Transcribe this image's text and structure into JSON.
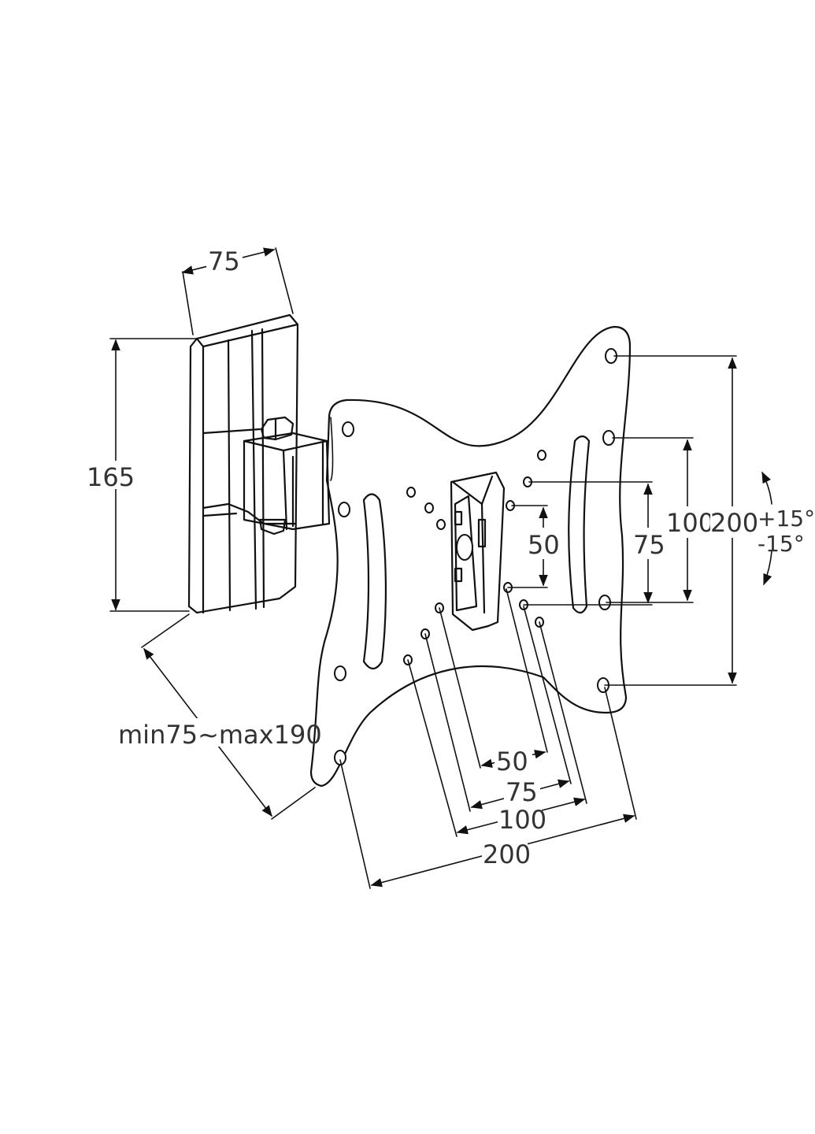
{
  "dimensions": {
    "wall_width": "75",
    "wall_height": "165",
    "extension": "min75~max190",
    "vesa_h_50": "50",
    "vesa_h_75": "75",
    "vesa_h_100": "100",
    "vesa_h_200": "200",
    "vesa_v_50": "50",
    "vesa_v_75": "75",
    "vesa_v_100": "100",
    "vesa_v_200": "200",
    "tilt_up": "+15°",
    "tilt_down": "-15°"
  },
  "colors": {
    "line": "#111111",
    "text": "#333333",
    "background": "#ffffff"
  }
}
